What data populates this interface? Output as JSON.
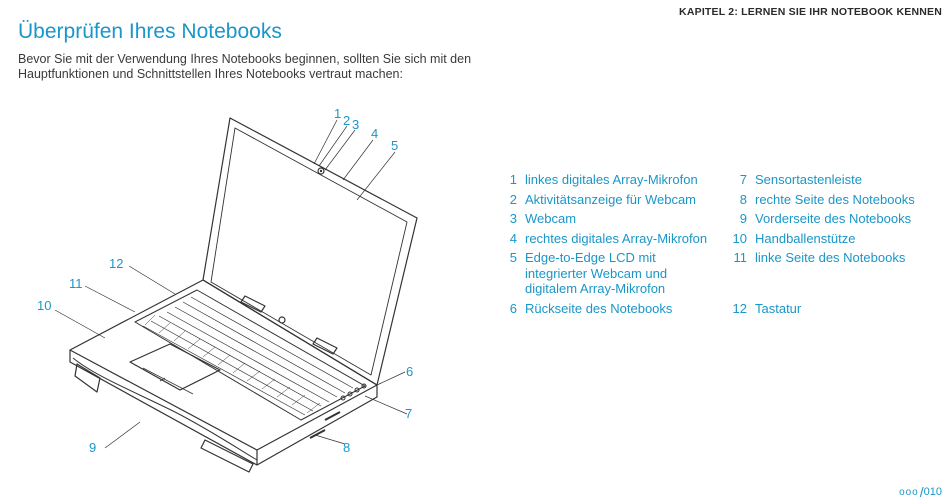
{
  "header": {
    "chapter": "KAPITEL 2: LERNEN SIE IHR NOTEBOOK KENNEN"
  },
  "title": "Überprüfen Ihres Notebooks",
  "intro": "Bevor Sie mit der Verwendung Ihres Notebooks beginnen, sollten Sie sich mit den Hauptfunktionen und Schnittstellen Ihres Notebooks vertraut machen:",
  "callouts": [
    "1",
    "2",
    "3",
    "4",
    "5",
    "6",
    "7",
    "8",
    "9",
    "10",
    "11",
    "12"
  ],
  "legend": {
    "col1": [
      {
        "num": "1",
        "label": "linkes digitales Array-Mikrofon"
      },
      {
        "num": "2",
        "label": "Aktivitätsanzeige für Webcam"
      },
      {
        "num": "3",
        "label": "Webcam"
      },
      {
        "num": "4",
        "label": "rechtes digitales Array-Mikrofon"
      },
      {
        "num": "5",
        "label": "Edge-to-Edge LCD mit integrierter Webcam und digitalem Array-Mikrofon"
      },
      {
        "num": "6",
        "label": "Rückseite des Notebooks"
      }
    ],
    "col2": [
      {
        "num": "7",
        "label": "Sensortastenleiste"
      },
      {
        "num": "8",
        "label": "rechte Seite des Notebooks"
      },
      {
        "num": "9",
        "label": "Vorderseite des Notebooks"
      },
      {
        "num": "10",
        "label": "Handballenstütze"
      },
      {
        "num": "11",
        "label": "linke Seite des Notebooks"
      },
      {
        "num": "12",
        "label": "Tastatur"
      }
    ]
  },
  "footer": {
    "page_mark": "ooo",
    "slash": "/",
    "page_number": "010"
  },
  "colors": {
    "accent": "#1a96c9",
    "line": "#333333"
  }
}
